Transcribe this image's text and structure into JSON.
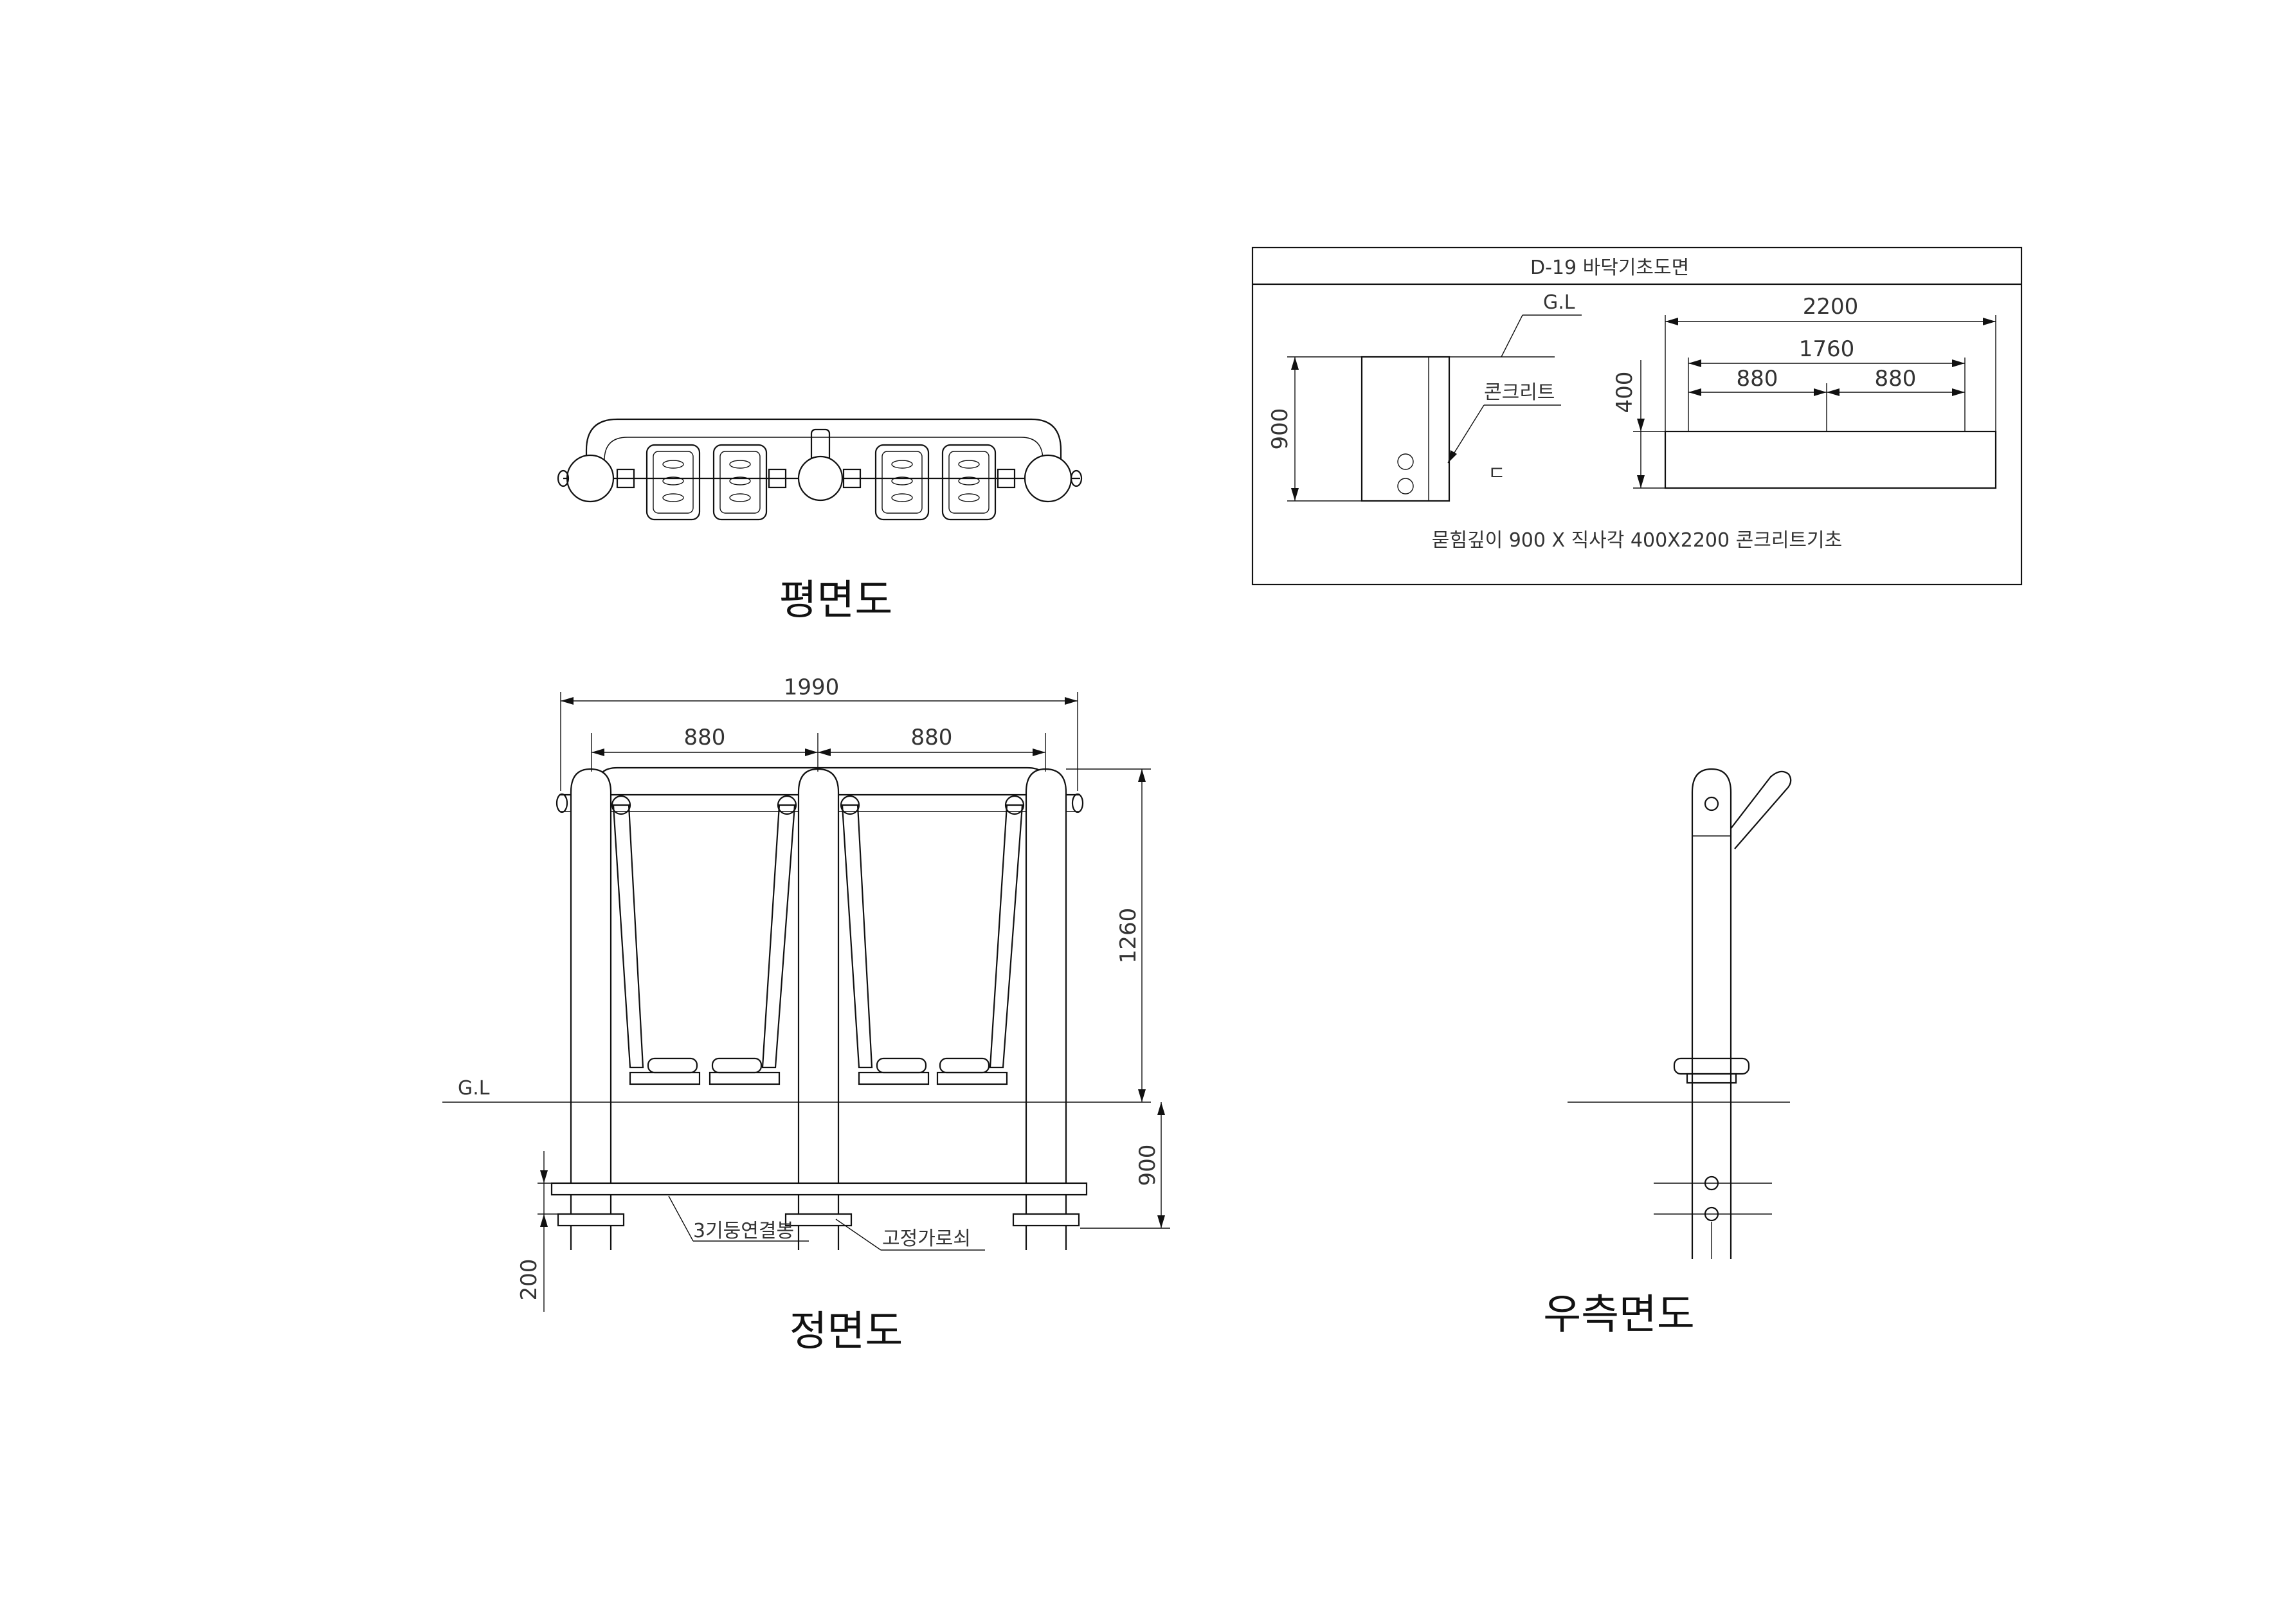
{
  "views": {
    "plan": "평면도",
    "front": "정면도",
    "right_side": "우측면도"
  },
  "foundation": {
    "title": "D-19 바닥기초도면",
    "gl": "G.L",
    "concrete": "콘크리트",
    "symbol": "ㄷ",
    "note": "묻힘깊이 900 X 직사각 400X2200 콘크리트기초",
    "dims": {
      "depth": "900",
      "total": "2200",
      "inner": "1760",
      "half_left": "880",
      "half_right": "880",
      "height": "400"
    }
  },
  "front_view": {
    "gl": "G.L",
    "dims": {
      "overall": "1990",
      "left_span": "880",
      "right_span": "880",
      "height": "1260",
      "embed": "900",
      "plate": "200"
    },
    "labels": {
      "connector_bar": "3기둥연결봉",
      "fixing_bar": "고정가로쇠"
    }
  }
}
